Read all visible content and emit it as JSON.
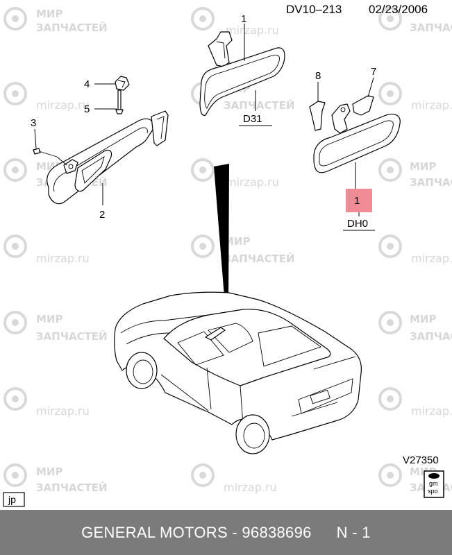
{
  "header": {
    "drawing_code": "DV10–213",
    "date": "02/23/2006"
  },
  "callouts": {
    "mirror_d31": "1",
    "mirror_dh0": "1",
    "visor": "2",
    "screw": "3",
    "hook": "4",
    "hook_screw": "5",
    "cover": "7",
    "mount": "8"
  },
  "labels": {
    "d31": "D31",
    "dh0": "DH0"
  },
  "illustration_code": "V27350",
  "region_badge": "jp",
  "gmspo_logo": {
    "line1": "gm",
    "line2": "spo"
  },
  "watermark": {
    "line1": "МИР",
    "line2": "ЗАПЧАСТЕЙ",
    "site": "mirzap.ru"
  },
  "highlight_color": "#ef8b95",
  "footer": {
    "text": "GENERAL MOTORS - 96838696",
    "page": "N - 1"
  }
}
